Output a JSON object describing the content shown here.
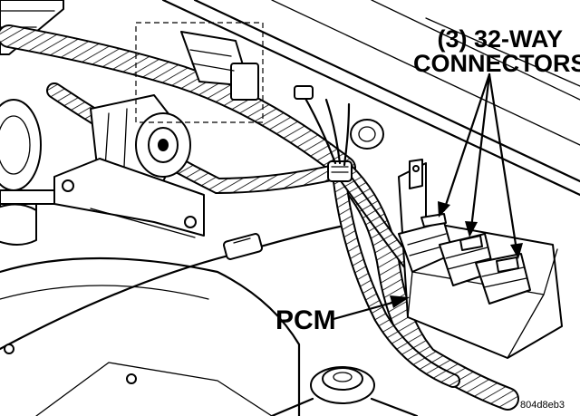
{
  "figure": {
    "connectors_label_line1": "(3) 32-WAY",
    "connectors_label_line2": "CONNECTORS",
    "pcm_label": "PCM",
    "figure_id": "804d8eb3"
  },
  "colors": {
    "ink": "#000000",
    "paper": "#ffffff"
  }
}
